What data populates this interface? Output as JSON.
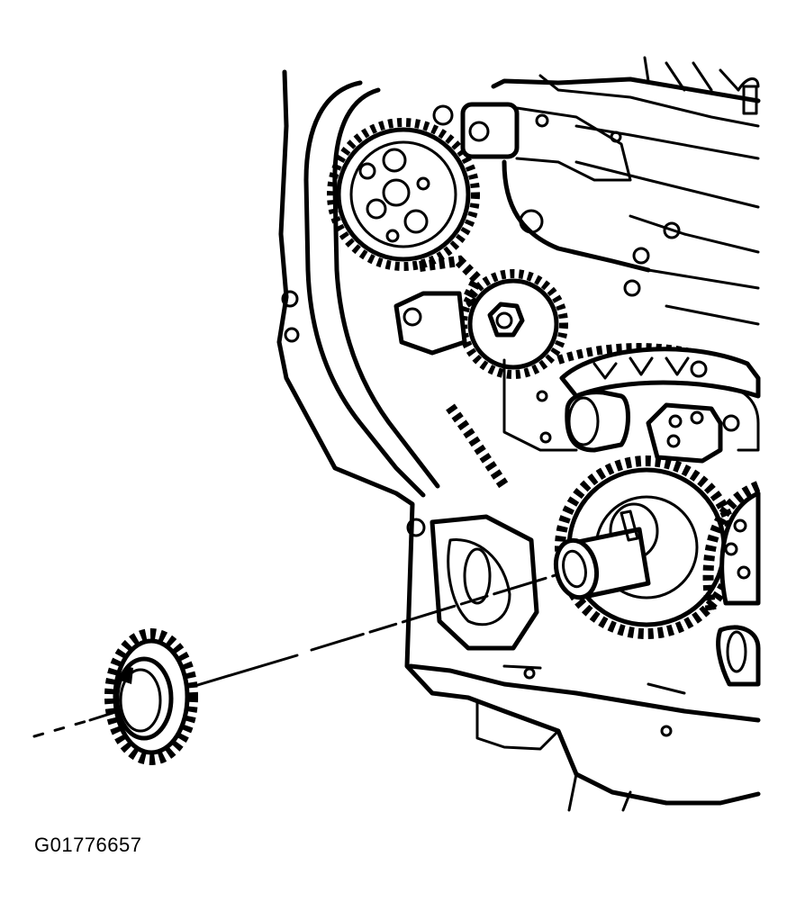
{
  "figure": {
    "code": "G01776657"
  },
  "colors": {
    "line": "#000000",
    "background": "#ffffff"
  },
  "icons": [
    "engine-front-illustration",
    "timing-chain",
    "camshaft-sprocket",
    "crankshaft-sprocket",
    "crankshaft-snout",
    "balance-shaft-sprocket",
    "chain-tensioner",
    "chain-guide"
  ]
}
